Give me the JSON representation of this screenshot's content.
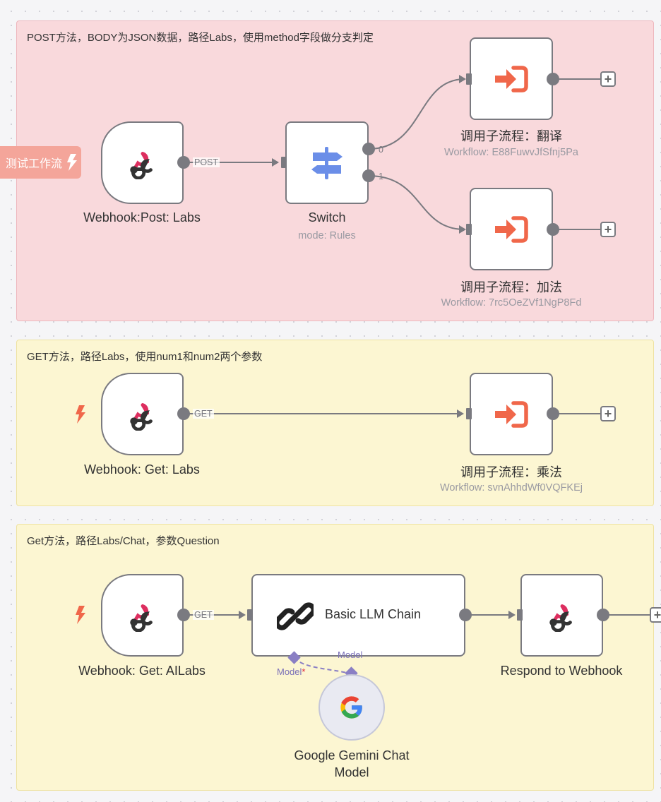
{
  "notes": [
    {
      "text": "POST方法，BODY为JSON数据，路径Labs，使用method字段做分支判定"
    },
    {
      "text": "GET方法，路径Labs，使用num1和num2两个参数"
    },
    {
      "text": "Get方法，路径Labs/Chat，参数Question"
    }
  ],
  "test_button": {
    "label": "测试工作流"
  },
  "nodes": {
    "webhook_post": {
      "name": "Webhook:Post: Labs",
      "icon": "webhook-icon"
    },
    "switch": {
      "name": "Switch",
      "subtitle": "mode: Rules",
      "icon": "signpost-icon"
    },
    "call_translate": {
      "name": "调用子流程：翻译",
      "subtitle": "Workflow: E88FuwvJfSfnj5Pa",
      "icon": "sign-in-arrow-icon"
    },
    "call_add": {
      "name": "调用子流程：加法",
      "subtitle": "Workflow: 7rc5OeZVf1NgP8Fd",
      "icon": "sign-in-arrow-icon"
    },
    "webhook_get": {
      "name": "Webhook: Get: Labs",
      "icon": "webhook-icon"
    },
    "call_multiply": {
      "name": "调用子流程：乘法",
      "subtitle": "Workflow: svnAhhdWf0VQFKEj",
      "icon": "sign-in-arrow-icon"
    },
    "webhook_ai": {
      "name": "Webhook: Get: AILabs",
      "icon": "webhook-icon"
    },
    "llm_chain": {
      "name": "Basic LLM Chain",
      "icon": "chain-link-icon"
    },
    "respond": {
      "name": "Respond to Webhook",
      "icon": "webhook-icon"
    },
    "gemini": {
      "name_line1": "Google Gemini Chat",
      "name_line2": "Model",
      "icon": "google-g-icon"
    }
  },
  "edges": {
    "post_label": "POST",
    "switch_out_0": "0",
    "switch_out_1": "1",
    "get_label": "GET",
    "get_ai_label": "GET",
    "model_target": "Model",
    "model_source": "Model",
    "model_required": "*"
  },
  "colors": {
    "pink_note": "#f9d9dc",
    "yellow_note": "#fcf6d2",
    "accent_orange": "#f0674a",
    "model_purple": "#8a7fc4"
  }
}
